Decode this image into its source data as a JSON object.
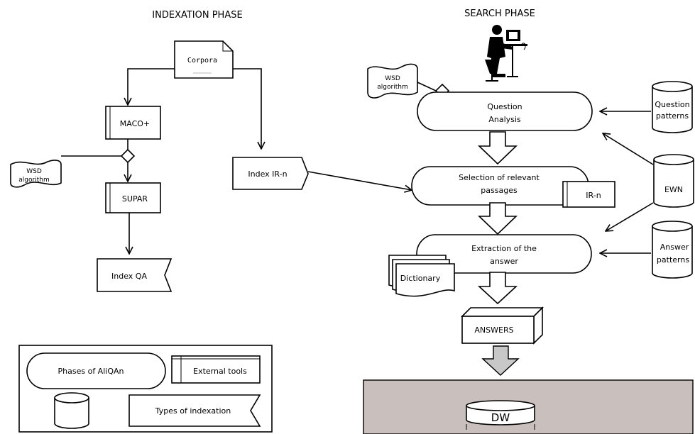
{
  "phases": {
    "indexation_title": "INDEXATION PHASE",
    "search_title": "SEARCH PHASE"
  },
  "indexation": {
    "corpora": "Corpora",
    "maco": "MACO+",
    "wsd_line1": "WSD",
    "wsd_line2": "algorithm",
    "supar": "SUPAR",
    "index_qa": "Index QA",
    "index_irn": "Index IR-n"
  },
  "search": {
    "wsd_line1": "WSD",
    "wsd_line2": "algorithm",
    "question_line1": "Question",
    "question_line2": "Analysis",
    "selection_line1": "Selection of relevant",
    "selection_line2": "passages",
    "irn": "IR-n",
    "extraction_line1": "Extraction of the",
    "extraction_line2": "answer",
    "dictionary": "Dictionary",
    "answers": "ANSWERS",
    "dw": "DW",
    "question_patterns_line1": "Question",
    "question_patterns_line2": "patterns",
    "ewn": "EWN",
    "answer_patterns_line1": "Answer",
    "answer_patterns_line2": "patterns"
  },
  "legend": {
    "phases": "Phases of AliQAn",
    "external_tools": "External tools",
    "types_of_indexation": "Types of indexation"
  },
  "colors": {
    "dw_panel": "#c9bfbd",
    "big_arrow_final": "#c8c8c8"
  },
  "icons": {
    "user": "person-at-computer-icon"
  }
}
